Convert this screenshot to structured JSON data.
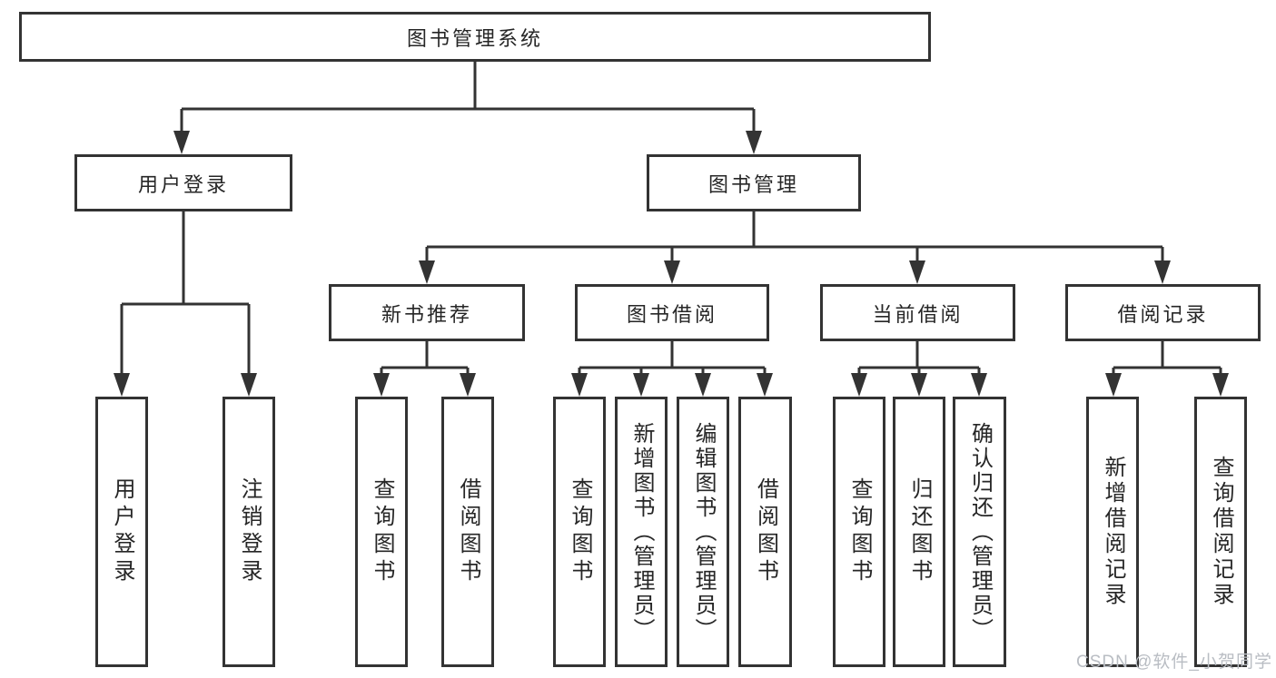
{
  "diagram": {
    "tree": {
      "label": "图书管理系统",
      "children": [
        {
          "label": "用户登录",
          "children": [
            {
              "label": "用户登录"
            },
            {
              "label": "注销登录"
            }
          ]
        },
        {
          "label": "图书管理",
          "children": [
            {
              "label": "新书推荐",
              "children": [
                {
                  "label": "查询图书"
                },
                {
                  "label": "借阅图书"
                }
              ]
            },
            {
              "label": "图书借阅",
              "children": [
                {
                  "label": "查询图书"
                },
                {
                  "label": "新增图书（管理员）"
                },
                {
                  "label": "编辑图书（管理员）"
                },
                {
                  "label": "借阅图书"
                }
              ]
            },
            {
              "label": "当前借阅",
              "children": [
                {
                  "label": "查询图书"
                },
                {
                  "label": "归还图书"
                },
                {
                  "label": "确认归还（管理员）"
                }
              ]
            },
            {
              "label": "借阅记录",
              "children": [
                {
                  "label": "新增借阅记录"
                },
                {
                  "label": "查询借阅记录"
                }
              ]
            }
          ]
        }
      ]
    },
    "colors": {
      "line": "#333333",
      "box_border": "#333333",
      "text": "#262626",
      "watermark": "#b9bdc3",
      "background": "#ffffff"
    }
  },
  "watermark": {
    "text": "CSDN @软件_小贺同学"
  }
}
